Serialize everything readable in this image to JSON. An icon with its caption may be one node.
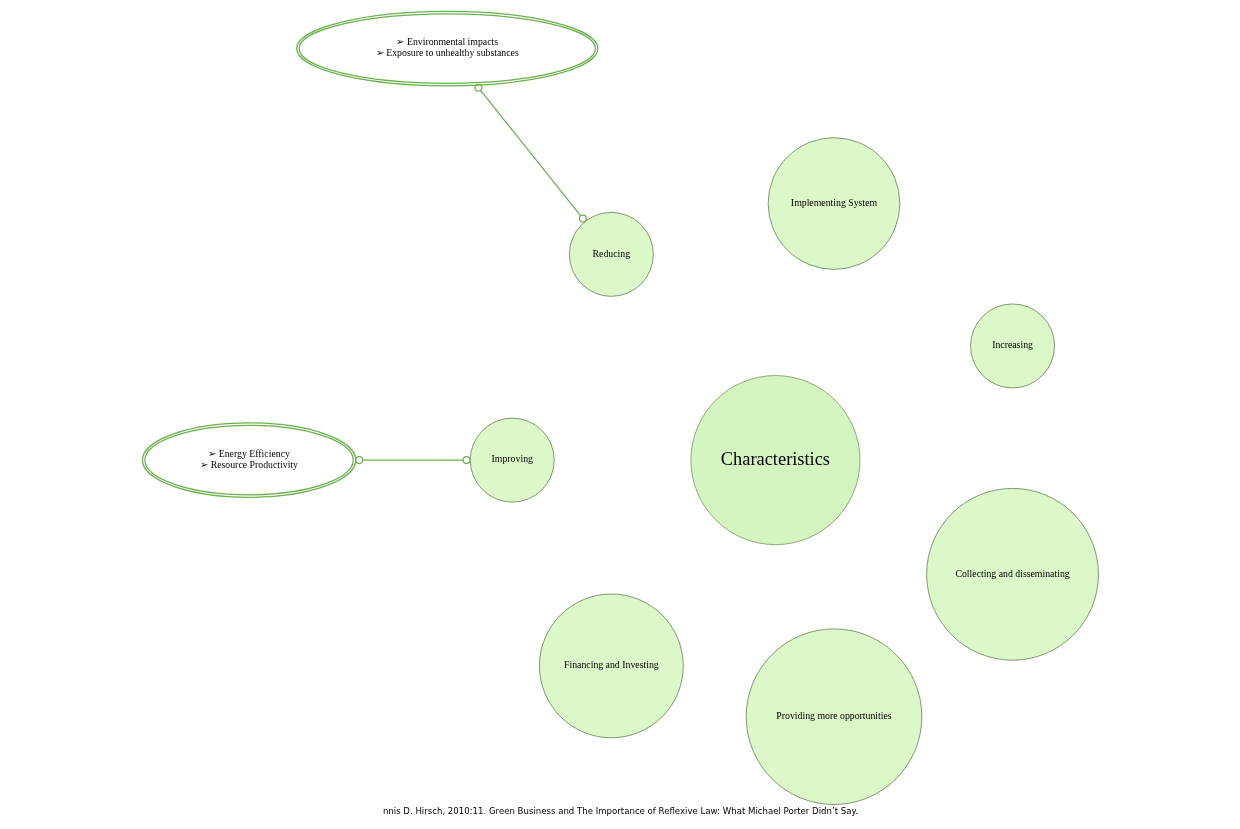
{
  "diagram": {
    "caption": "nnis D. Hirsch, 2010:11. Green Business and The Importance of Reflexive Law: What Michael Porter Didn’t Say.",
    "nodes": [
      {
        "text": [
          "Characteristics"
        ]
      },
      {
        "text": [
          "Increasing"
        ]
      },
      {
        "text": [
          "Implementing System"
        ]
      },
      {
        "text": [
          "Reducing"
        ]
      },
      {
        "text": [
          "➢ Environmental impacts",
          "➢ Exposure to unhealthy substances"
        ]
      },
      {
        "text": [
          "Improving"
        ]
      },
      {
        "text": [
          "Financing and Investing"
        ]
      },
      {
        "text": [
          "➢ Energy Efficiency",
          "➢ Resource Productivity"
        ]
      },
      {
        "text": [
          "Providing more opportunities"
        ]
      },
      {
        "text": [
          "Collecting and disseminating"
        ]
      }
    ],
    "edges": [
      {
        "from": 3,
        "to": 4,
        "arrow": "other"
      },
      {
        "from": 5,
        "to": 7,
        "arrow": "other"
      }
    ]
  }
}
